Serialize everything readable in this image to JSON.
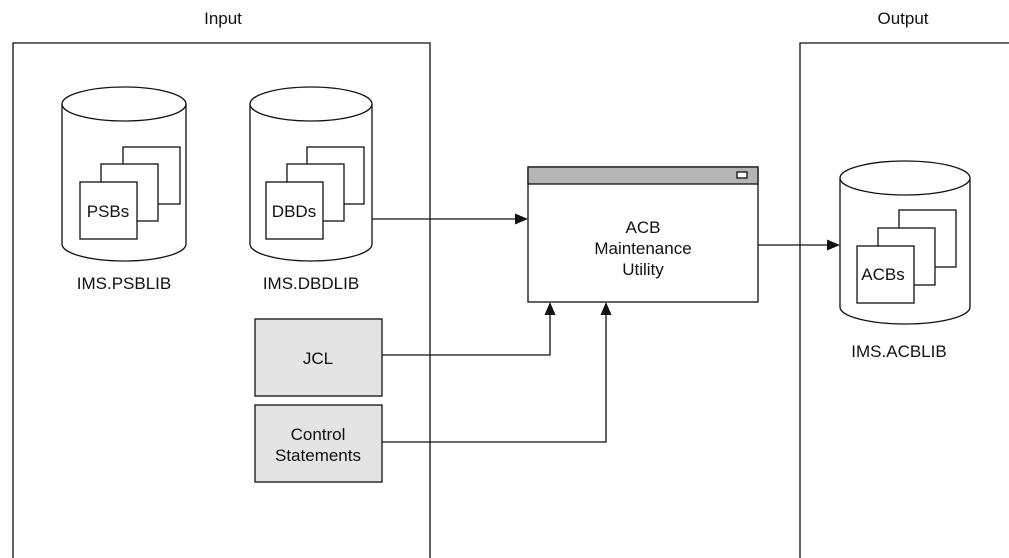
{
  "sections": {
    "input_label": "Input",
    "output_label": "Output"
  },
  "datasets": [
    {
      "name": "IMS.PSBLIB",
      "content": "PSBs"
    },
    {
      "name": "IMS.DBDLIB",
      "content": "DBDs"
    },
    {
      "name": "IMS.ACBLIB",
      "content": "ACBs"
    }
  ],
  "inputs": [
    {
      "lines": [
        "JCL"
      ]
    },
    {
      "lines": [
        "Control",
        "Statements"
      ]
    }
  ],
  "utility": {
    "lines": [
      "ACB",
      "Maintenance",
      "Utility"
    ]
  },
  "colors": {
    "stroke": "#111111",
    "input_box_fill": "#e4e4e4",
    "title_bar_fill": "#b4b4b4"
  }
}
